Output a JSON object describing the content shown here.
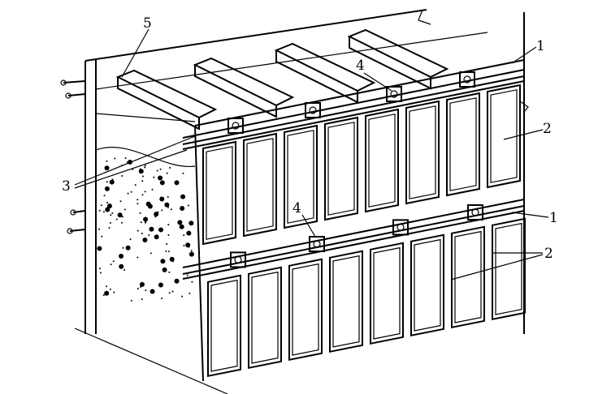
{
  "labels": {
    "beam": "5",
    "clamp_top": "4",
    "rail_top": "1",
    "panel_top": "2",
    "pipe": "3",
    "clamp_bottom": "4",
    "rail_bottom": "1",
    "panel_bottom": "2"
  },
  "colors": {
    "ink": "#000000",
    "paper": "#ffffff"
  }
}
